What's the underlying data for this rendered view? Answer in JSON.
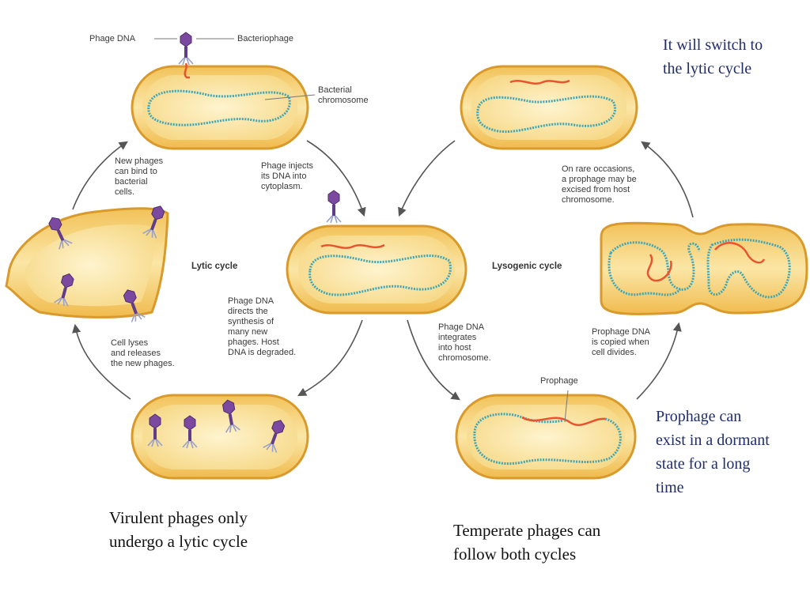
{
  "diagram": {
    "labels": {
      "phage_dna": "Phage DNA",
      "bacteriophage": "Bacteriophage",
      "bacterial_chromosome": "Bacterial\nchromosome",
      "new_phages_bind": "New phages\ncan bind to\nbacterial\ncells.",
      "phage_injects": "Phage injects\nits DNA into\ncytoplasm.",
      "phage_directs": "Phage DNA\ndirects the\nsynthesis of\nmany new\nphages. Host\nDNA is degraded.",
      "cell_lyses": "Cell lyses\nand releases\nthe new phages.",
      "phage_integrates": "Phage DNA\nintegrates\ninto host\nchromosome.",
      "prophage": "Prophage",
      "prophage_copied": "Prophage DNA\nis copied when\ncell divides.",
      "rare_occasions": "On rare occasions,\na prophage may be\nexcised from host\nchromosome."
    },
    "cycle_titles": {
      "lytic": "Lytic cycle",
      "lysogenic": "Lysogenic cycle"
    }
  },
  "notes": {
    "switch": "It will switch to\nthe lytic cycle",
    "dormant": "Prophage can\nexist in a dormant\nstate for a long\ntime",
    "virulent": "Virulent phages only\nundergo a lytic cycle",
    "temperate": "Temperate phages can\nfollow both cycles"
  },
  "colors": {
    "cell_fill": "#f6d27a",
    "cell_inner": "#fbe6a6",
    "cell_border": "#d99a2b",
    "host_dna": "#3aa6b9",
    "phage_dna": "#e8542e",
    "phage_body": "#7b4aa0",
    "arrow": "#555555",
    "note_text": "#1f2d6b"
  }
}
